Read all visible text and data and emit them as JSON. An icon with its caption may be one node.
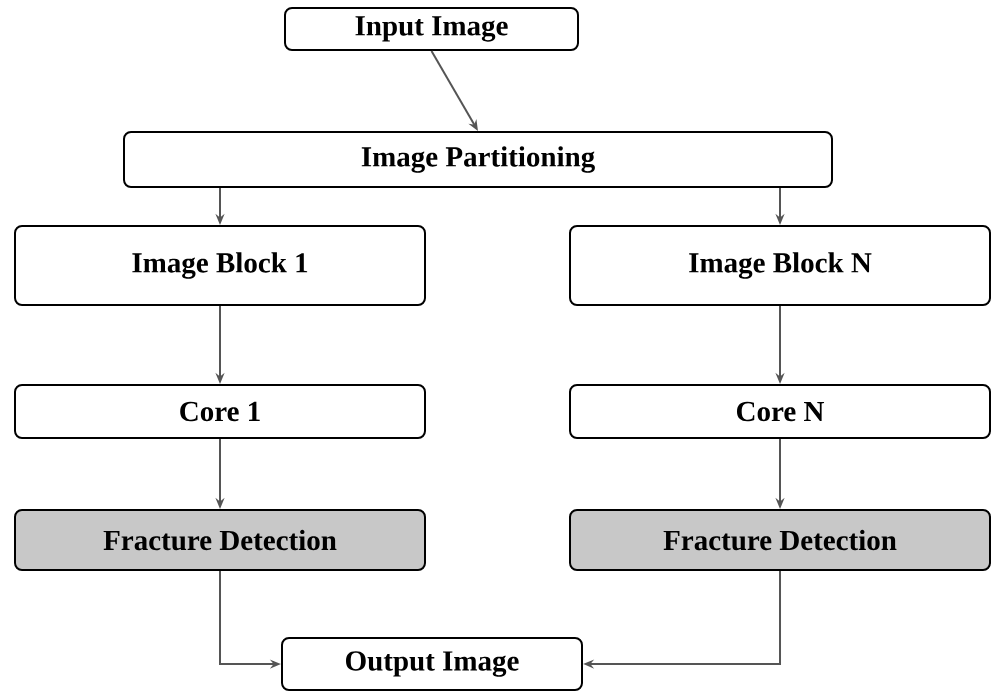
{
  "diagram": {
    "nodes": [
      {
        "text": [
          "Input Image"
        ]
      },
      {
        "text": [
          "Image Partitioning"
        ]
      },
      {
        "text": [
          "Image Block  1"
        ]
      },
      {
        "text": [
          "Image Block N"
        ]
      },
      {
        "text": [
          "Core 1"
        ]
      },
      {
        "text": [
          "Core N"
        ]
      },
      {
        "text": [
          "Fracture Detection"
        ]
      },
      {
        "text": [
          "Fracture Detection"
        ]
      },
      {
        "text": [
          "Output Image"
        ]
      }
    ],
    "edges": [
      {
        "from": 0,
        "to": 1,
        "arrow": "to"
      },
      {
        "from": 1,
        "to": 2,
        "arrow": "to"
      },
      {
        "from": 1,
        "to": 3,
        "arrow": "to"
      },
      {
        "from": 2,
        "to": 4,
        "arrow": "to"
      },
      {
        "from": 3,
        "to": 5,
        "arrow": "to"
      },
      {
        "from": 4,
        "to": 6,
        "arrow": "to"
      },
      {
        "from": 5,
        "to": 7,
        "arrow": "to"
      },
      {
        "from": 6,
        "to": 8,
        "arrow": "to"
      },
      {
        "from": 7,
        "to": 8,
        "arrow": "to"
      }
    ]
  }
}
